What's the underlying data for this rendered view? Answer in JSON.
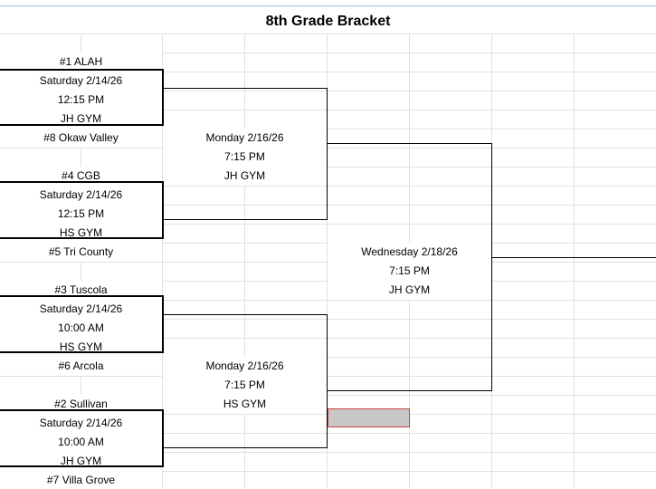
{
  "sheet": {
    "title": "8th Grade Bracket"
  },
  "round1": [
    {
      "top_team": "#1 ALAH",
      "date": "Saturday 2/14/26",
      "time": "12:15 PM",
      "location": "JH GYM",
      "bottom_team": "#8 Okaw Valley"
    },
    {
      "top_team": "#4 CGB",
      "date": "Saturday 2/14/26",
      "time": "12:15 PM",
      "location": "HS GYM",
      "bottom_team": "#5 Tri County"
    },
    {
      "top_team": "#3 Tuscola",
      "date": "Saturday 2/14/26",
      "time": "10:00 AM",
      "location": "HS GYM",
      "bottom_team": "#6 Arcola"
    },
    {
      "top_team": "#2 Sullivan",
      "date": "Saturday 2/14/26",
      "time": "10:00 AM",
      "location": "JH GYM",
      "bottom_team": "#7 Villa Grove"
    }
  ],
  "semifinals": [
    {
      "date": "Monday 2/16/26",
      "time": "7:15 PM",
      "location": "JH GYM"
    },
    {
      "date": "Monday 2/16/26",
      "time": "7:15 PM",
      "location": "HS GYM"
    }
  ],
  "final": {
    "date": "Wednesday 2/18/26",
    "time": "7:15 PM",
    "location": "JH GYM"
  },
  "colors": {
    "gridline": "#e1e1e1",
    "selection_fill": "#c8c8c8",
    "selection_border": "#d04040",
    "bracket_line": "#000000"
  }
}
